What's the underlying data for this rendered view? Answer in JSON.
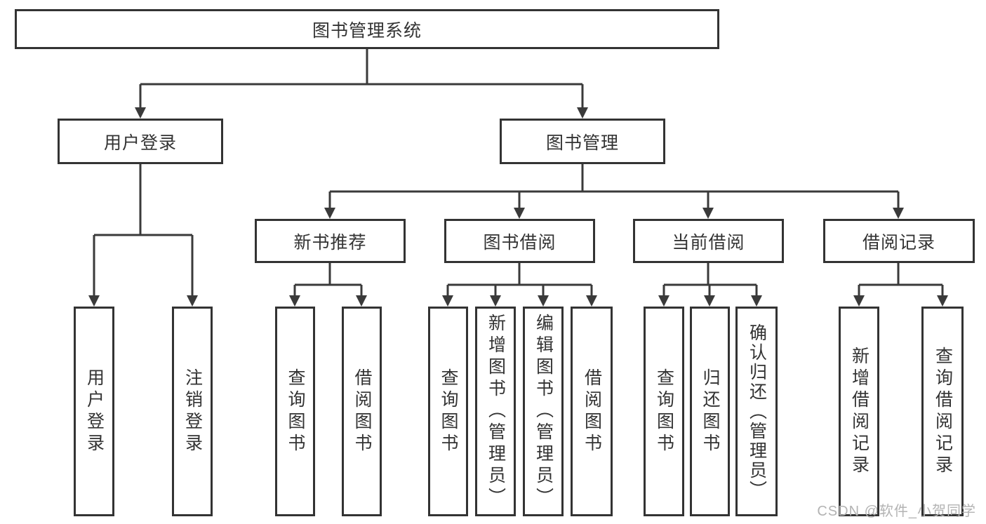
{
  "diagram": {
    "root": {
      "label": "图书管理系统"
    },
    "level2": [
      {
        "label": "用户登录"
      },
      {
        "label": "图书管理"
      }
    ],
    "level3": [
      {
        "label": "新书推荐",
        "parent": "图书管理"
      },
      {
        "label": "图书借阅",
        "parent": "图书管理"
      },
      {
        "label": "当前借阅",
        "parent": "图书管理"
      },
      {
        "label": "借阅记录",
        "parent": "图书管理"
      }
    ],
    "leaves": [
      {
        "label": "用户登录",
        "parent": "用户登录"
      },
      {
        "label": "注销登录",
        "parent": "用户登录"
      },
      {
        "label": "查询图书",
        "parent": "新书推荐"
      },
      {
        "label": "借阅图书",
        "parent": "新书推荐"
      },
      {
        "label": "查询图书",
        "parent": "图书借阅"
      },
      {
        "label": "新增图书（管理员）",
        "parent": "图书借阅"
      },
      {
        "label": "编辑图书（管理员）",
        "parent": "图书借阅"
      },
      {
        "label": "借阅图书",
        "parent": "图书借阅"
      },
      {
        "label": "查询图书",
        "parent": "当前借阅"
      },
      {
        "label": "归还图书",
        "parent": "当前借阅"
      },
      {
        "label": "确认归还（管理员）",
        "parent": "当前借阅"
      },
      {
        "label": "新增借阅记录",
        "parent": "借阅记录"
      },
      {
        "label": "查询借阅记录",
        "parent": "借阅记录"
      }
    ]
  },
  "watermark": {
    "text": "CSDN @软件_小贺同学"
  },
  "colors": {
    "line": "#3a3a3a",
    "box_border": "#333333",
    "text": "#333333",
    "watermark": "#b3b3b3",
    "background": "#ffffff"
  }
}
